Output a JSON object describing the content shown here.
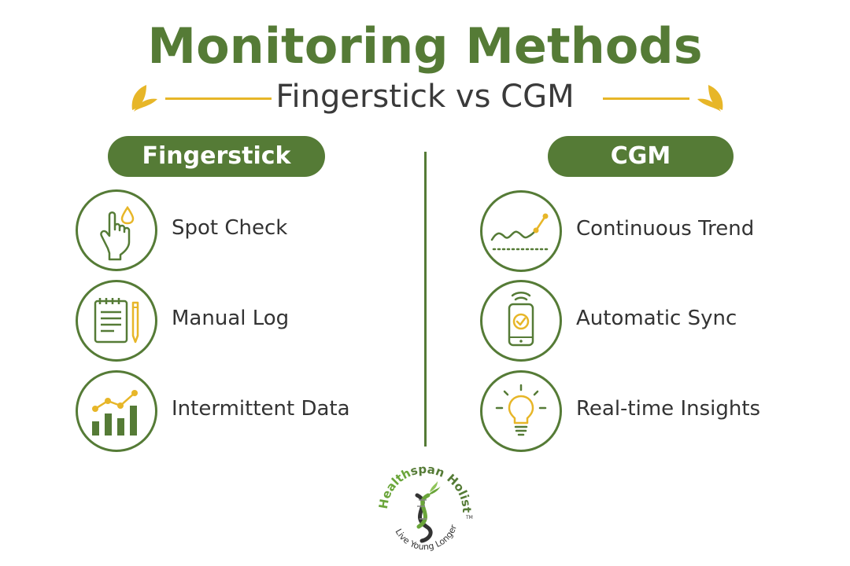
{
  "header": {
    "title": "Monitoring Methods",
    "subtitle": "Fingerstick vs CGM"
  },
  "colors": {
    "brand_green": "#557b36",
    "accent_yellow": "#e7b628",
    "text_dark": "#333333"
  },
  "columns": [
    {
      "heading": "Fingerstick",
      "items": [
        {
          "label": "Spot Check",
          "icon": "finger-drop-icon"
        },
        {
          "label": "Manual Log",
          "icon": "notepad-pencil-icon"
        },
        {
          "label": "Intermittent Data",
          "icon": "bar-chart-trend-icon"
        }
      ]
    },
    {
      "heading": "CGM",
      "items": [
        {
          "label": "Continuous Trend",
          "icon": "trend-line-icon"
        },
        {
          "label": "Automatic Sync",
          "icon": "phone-sync-icon"
        },
        {
          "label": "Real-time Insights",
          "icon": "lightbulb-icon"
        }
      ]
    }
  ],
  "logo": {
    "brand_part1": "Health",
    "brand_part2": "span Holistic",
    "trademark": "TM",
    "tagline": "Live Young Longer"
  }
}
